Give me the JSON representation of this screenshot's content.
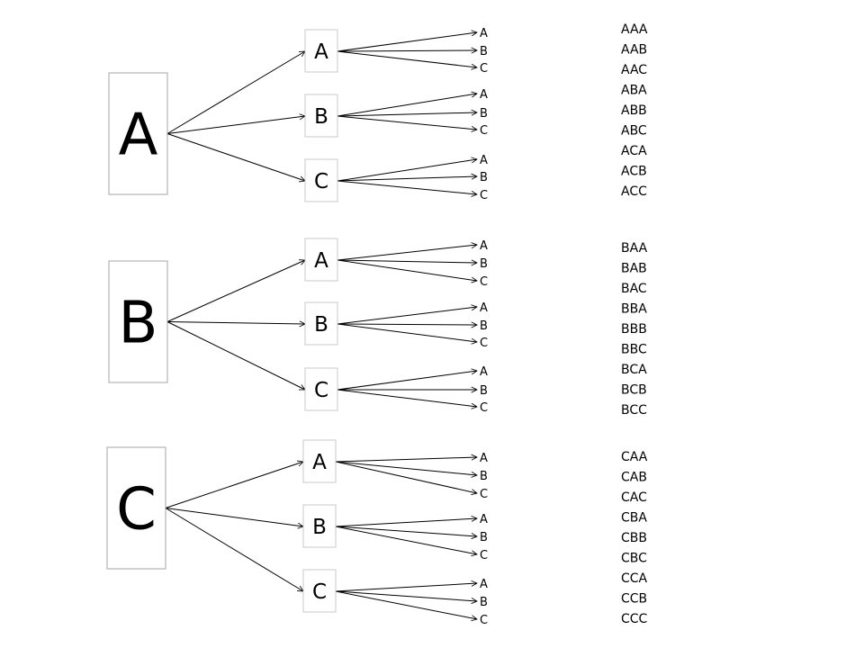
{
  "groups": [
    {
      "root": "A",
      "branches": [
        {
          "label": "A",
          "leaves": [
            "A",
            "B",
            "C"
          ]
        },
        {
          "label": "B",
          "leaves": [
            "A",
            "B",
            "C"
          ]
        },
        {
          "label": "C",
          "leaves": [
            "A",
            "B",
            "C"
          ]
        }
      ],
      "combinations": [
        "AAA",
        "AAB",
        "AAC",
        "ABA",
        "ABB",
        "ABC",
        "ACA",
        "ACB",
        "ACC"
      ]
    },
    {
      "root": "B",
      "branches": [
        {
          "label": "A",
          "leaves": [
            "A",
            "B",
            "C"
          ]
        },
        {
          "label": "B",
          "leaves": [
            "A",
            "B",
            "C"
          ]
        },
        {
          "label": "C",
          "leaves": [
            "A",
            "B",
            "C"
          ]
        }
      ],
      "combinations": [
        "BAA",
        "BAB",
        "BAC",
        "BBA",
        "BBB",
        "BBC",
        "BCA",
        "BCB",
        "BCC"
      ]
    },
    {
      "root": "C",
      "branches": [
        {
          "label": "A",
          "leaves": [
            "A",
            "B",
            "C"
          ]
        },
        {
          "label": "B",
          "leaves": [
            "A",
            "B",
            "C"
          ]
        },
        {
          "label": "C",
          "leaves": [
            "A",
            "B",
            "C"
          ]
        }
      ],
      "combinations": [
        "CAA",
        "CAB",
        "CAC",
        "CBA",
        "CBB",
        "CBC",
        "CCA",
        "CCB",
        "CCC"
      ]
    }
  ]
}
